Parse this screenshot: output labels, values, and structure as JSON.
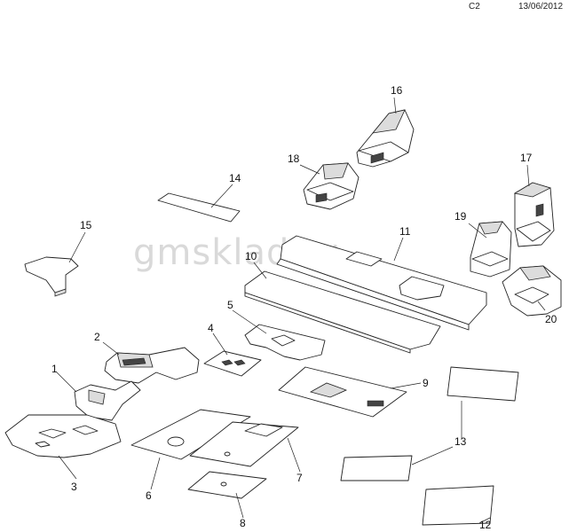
{
  "header": {
    "code": "C2",
    "date": "13/06/2012"
  },
  "watermark": "gmsklad.ru",
  "callouts": [
    {
      "id": "p1",
      "label": "1"
    },
    {
      "id": "p2",
      "label": "2"
    },
    {
      "id": "p3",
      "label": "3"
    },
    {
      "id": "p4",
      "label": "4"
    },
    {
      "id": "p5",
      "label": "5"
    },
    {
      "id": "p6",
      "label": "6"
    },
    {
      "id": "p7",
      "label": "7"
    },
    {
      "id": "p8",
      "label": "8"
    },
    {
      "id": "p9",
      "label": "9"
    },
    {
      "id": "p10",
      "label": "10"
    },
    {
      "id": "p11",
      "label": "11"
    },
    {
      "id": "p12",
      "label": "12"
    },
    {
      "id": "p13",
      "label": "13"
    },
    {
      "id": "p14",
      "label": "14"
    },
    {
      "id": "p15",
      "label": "15"
    },
    {
      "id": "p16",
      "label": "16"
    },
    {
      "id": "p17",
      "label": "17"
    },
    {
      "id": "p18",
      "label": "18"
    },
    {
      "id": "p19",
      "label": "19"
    },
    {
      "id": "p20",
      "label": "20"
    }
  ]
}
